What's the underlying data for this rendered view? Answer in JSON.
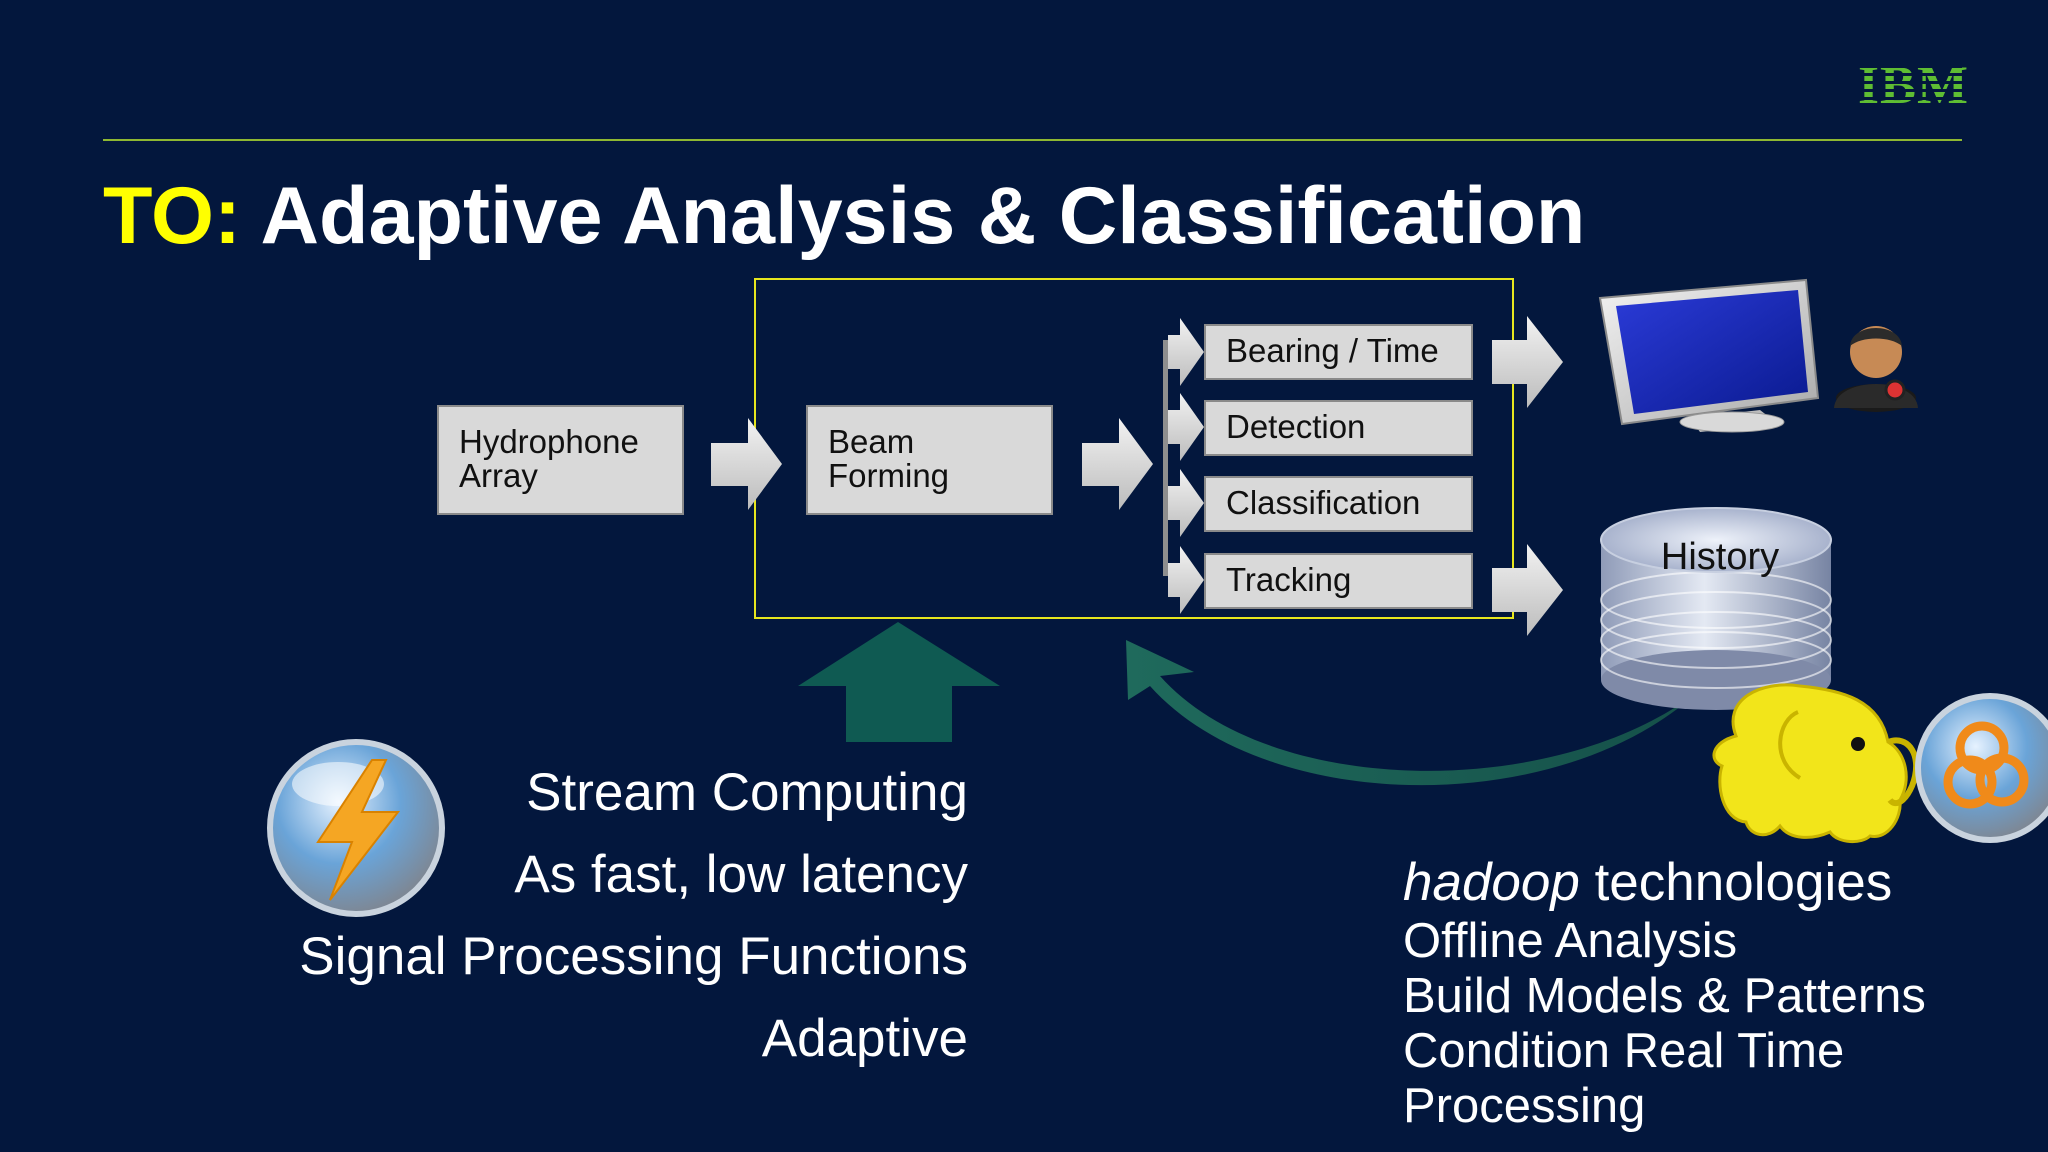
{
  "slide": {
    "background": "#03173d",
    "logo": "IBM",
    "logo_color": "#5fbd33",
    "title_prefix": "TO:",
    "title_main": "Adaptive Analysis & Classification",
    "title_prefix_color": "#ffff00",
    "frame_color": "#e6e61e"
  },
  "diagram": {
    "input_box": [
      "Hydrophone",
      "Array"
    ],
    "beam_box": [
      "Beam",
      "Forming"
    ],
    "outputs": [
      "Bearing / Time",
      "Detection",
      "Classification",
      "Tracking"
    ],
    "database_label": "History",
    "icons": [
      "monitor-icon",
      "operator-icon",
      "database-icon",
      "lightning-orb-icon",
      "hadoop-elephant-icon",
      "knot-orb-icon"
    ]
  },
  "stream_list": [
    "Stream Computing",
    "As fast, low latency",
    "Signal Processing Functions",
    "Adaptive"
  ],
  "hadoop_list": {
    "italic_word": "hadoop",
    "first_rest": " technologies",
    "items": [
      "Offline Analysis",
      "Build Models & Patterns",
      "Condition Real Time",
      "Processing"
    ]
  }
}
